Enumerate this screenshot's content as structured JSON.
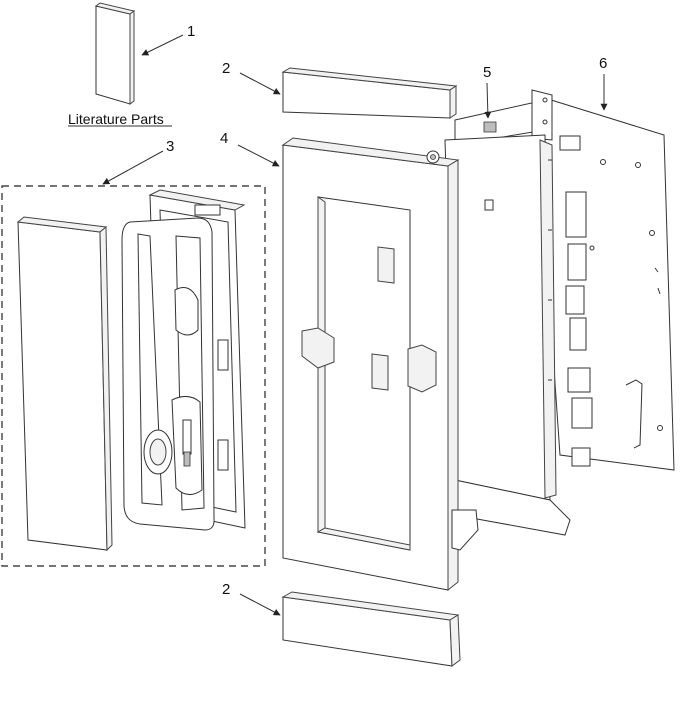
{
  "diagram": {
    "caption": "Literature Parts",
    "callouts": [
      {
        "id": "1",
        "text": "1"
      },
      {
        "id": "2a",
        "text": "2"
      },
      {
        "id": "3",
        "text": "3"
      },
      {
        "id": "4",
        "text": "4"
      },
      {
        "id": "5",
        "text": "5"
      },
      {
        "id": "6",
        "text": "6"
      },
      {
        "id": "2b",
        "text": "2"
      }
    ]
  }
}
